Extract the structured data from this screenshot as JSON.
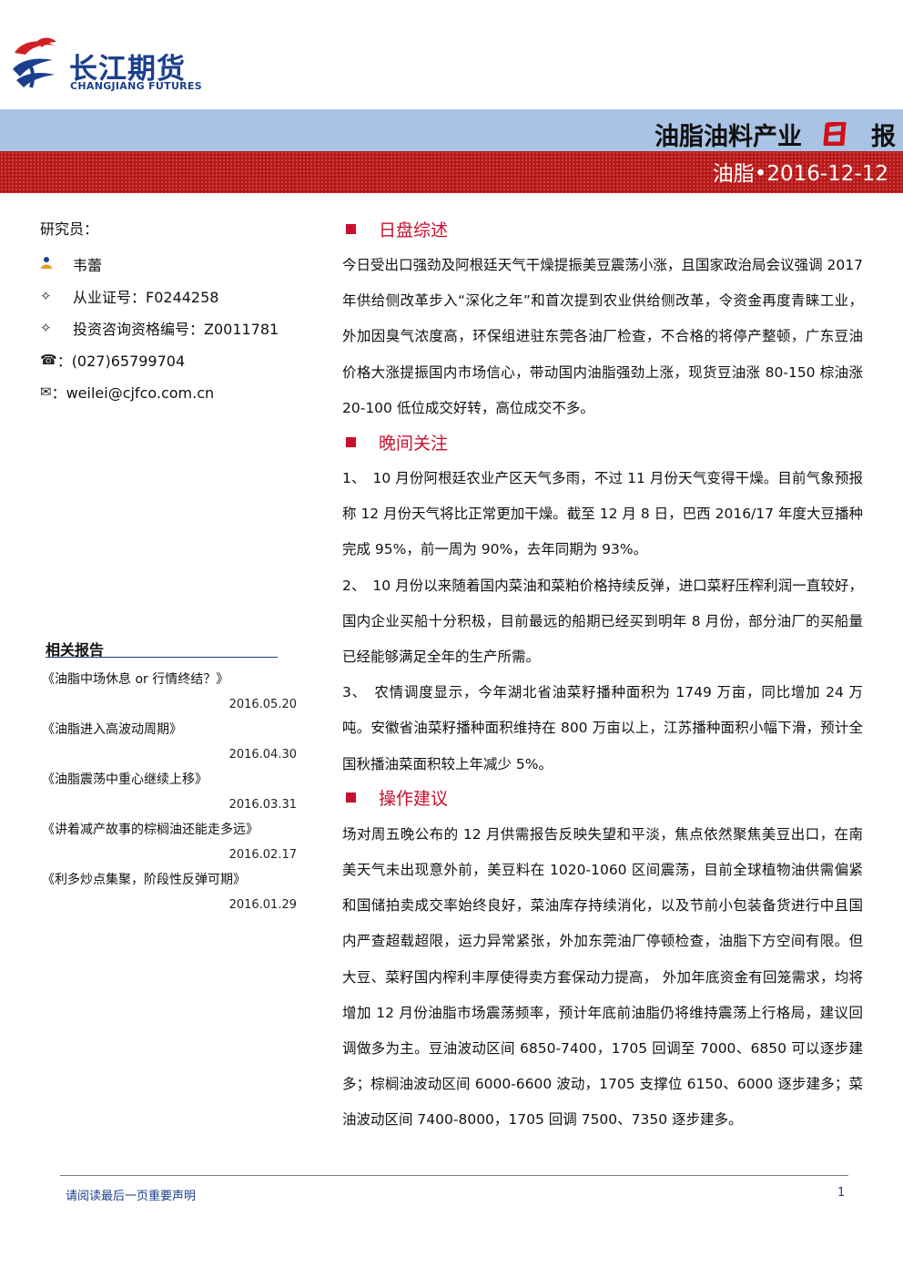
{
  "logo": {
    "cn": "长江期货",
    "en": "CHANGJIANG FUTURES"
  },
  "header": {
    "title_main": "油脂油料产业",
    "title_day": "日",
    "title_report": "报",
    "date_line": "油脂•2016-12-12"
  },
  "colors": {
    "brand_blue": "#1a3f8c",
    "band_blue": "#a9c3e4",
    "band_red": "#b31a1a",
    "accent_red": "#c8102e"
  },
  "researcher": {
    "label": "研究员：",
    "rows": [
      {
        "icon": "person-icon",
        "glyph": "👤",
        "text": "韦蕾"
      },
      {
        "icon": "diamond-bullet-icon",
        "glyph": "✧",
        "text": "从业证号：F0244258"
      },
      {
        "icon": "diamond-bullet-icon",
        "glyph": "✧",
        "text": "投资咨询资格编号：Z0011781"
      },
      {
        "icon": "phone-icon",
        "glyph": "☎",
        "text": "：(027)65799704"
      },
      {
        "icon": "mail-icon",
        "glyph": "✉",
        "text": "：weilei@cjfco.com.cn"
      }
    ]
  },
  "related": {
    "title": "相关报告",
    "items": [
      {
        "name": "《油脂中场休息 or 行情终结？》",
        "date": "2016.05.20"
      },
      {
        "name": "《油脂进入高波动周期》",
        "date": "2016.04.30"
      },
      {
        "name": "《油脂震荡中重心继续上移》",
        "date": "2016.03.31"
      },
      {
        "name": "《讲着减产故事的棕榈油还能走多远》",
        "date": "2016.02.17"
      },
      {
        "name": "《利多炒点集聚，阶段性反弹可期》",
        "date": "2016.01.29"
      }
    ]
  },
  "sections": [
    {
      "title": "日盘综述",
      "paragraphs": [
        "今日受出口强劲及阿根廷天气干燥提振美豆震荡小涨，且国家政治局会议强调 2017 年供给侧改革步入“深化之年”和首次提到农业供给侧改革，令资金再度青睐工业，外加因臭气浓度高，环保组进驻东莞各油厂检查，不合格的将停产整顿，广东豆油价格大涨提振国内市场信心，带动国内油脂强劲上涨，现货豆油涨 80-150 棕油涨 20-100 低位成交好转，高位成交不多。"
      ]
    },
    {
      "title": "晚间关注",
      "paragraphs": [
        "1、　10 月份阿根廷农业产区天气多雨，不过 11 月份天气变得干燥。目前气象预报称 12 月份天气将比正常更加干燥。截至 12 月 8 日，巴西 2016/17 年度大豆播种完成 95%，前一周为 90%，去年同期为 93%。",
        "2、　10 月份以来随着国内菜油和菜粕价格持续反弹，进口菜籽压榨利润一直较好，国内企业买船十分积极，目前最远的船期已经买到明年 8 月份，部分油厂的买船量已经能够满足全年的生产所需。",
        "3、　农情调度显示，今年湖北省油菜籽播种面积为 1749 万亩，同比增加 24 万吨。安徽省油菜籽播种面积维持在 800 万亩以上，江苏播种面积小幅下滑，预计全国秋播油菜面积较上年减少 5%。"
      ]
    },
    {
      "title": "操作建议",
      "paragraphs": [
        "场对周五晚公布的 12 月供需报告反映失望和平淡，焦点依然聚焦美豆出口，在南美天气未出现意外前，美豆料在 1020-1060 区间震荡，目前全球植物油供需偏紧和国储拍卖成交率始终良好，菜油库存持续消化，以及节前小包装备货进行中且国内严查超载超限，运力异常紧张，外加东莞油厂停顿检查，油脂下方空间有限。但大豆、菜籽国内榨利丰厚使得卖方套保动力提高， 外加年底资金有回笼需求，均将增加 12 月份油脂市场震荡频率，预计年底前油脂仍将维持震荡上行格局，建议回调做多为主。豆油波动区间 6850-7400，1705 回调至 7000、6850 可以逐步建多；棕榈油波动区间 6000-6600 波动，1705 支撑位 6150、6000 逐步建多；菜油波动区间 7400-8000，1705 回调 7500、7350 逐步建多。"
      ]
    }
  ],
  "footer": {
    "note": "请阅读最后一页重要声明",
    "page": "1"
  }
}
